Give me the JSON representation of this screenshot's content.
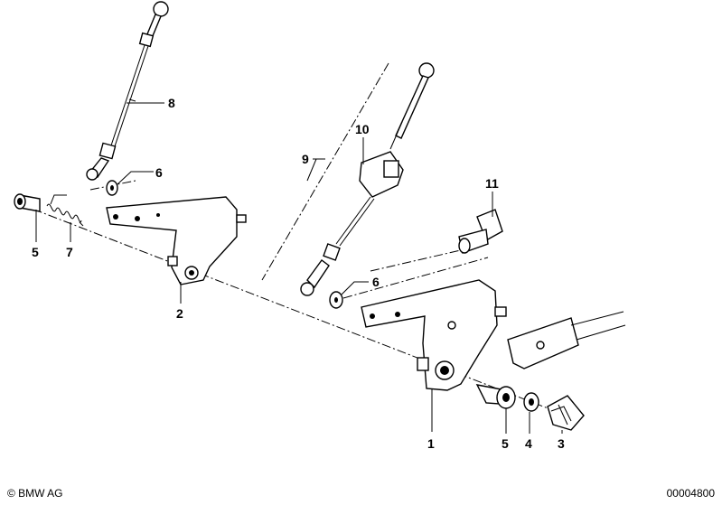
{
  "callouts": [
    {
      "id": "8",
      "text": "8"
    },
    {
      "id": "6a",
      "text": "6"
    },
    {
      "id": "5a",
      "text": "5"
    },
    {
      "id": "7",
      "text": "7"
    },
    {
      "id": "2",
      "text": "2"
    },
    {
      "id": "9",
      "text": "9"
    },
    {
      "id": "10",
      "text": "10"
    },
    {
      "id": "11",
      "text": "11"
    },
    {
      "id": "6b",
      "text": "6"
    },
    {
      "id": "1",
      "text": "1"
    },
    {
      "id": "5b",
      "text": "5"
    },
    {
      "id": "4",
      "text": "4"
    },
    {
      "id": "3",
      "text": "3"
    }
  ],
  "footer": {
    "copyright": "© BMW AG",
    "diagram_number": "00004800"
  }
}
